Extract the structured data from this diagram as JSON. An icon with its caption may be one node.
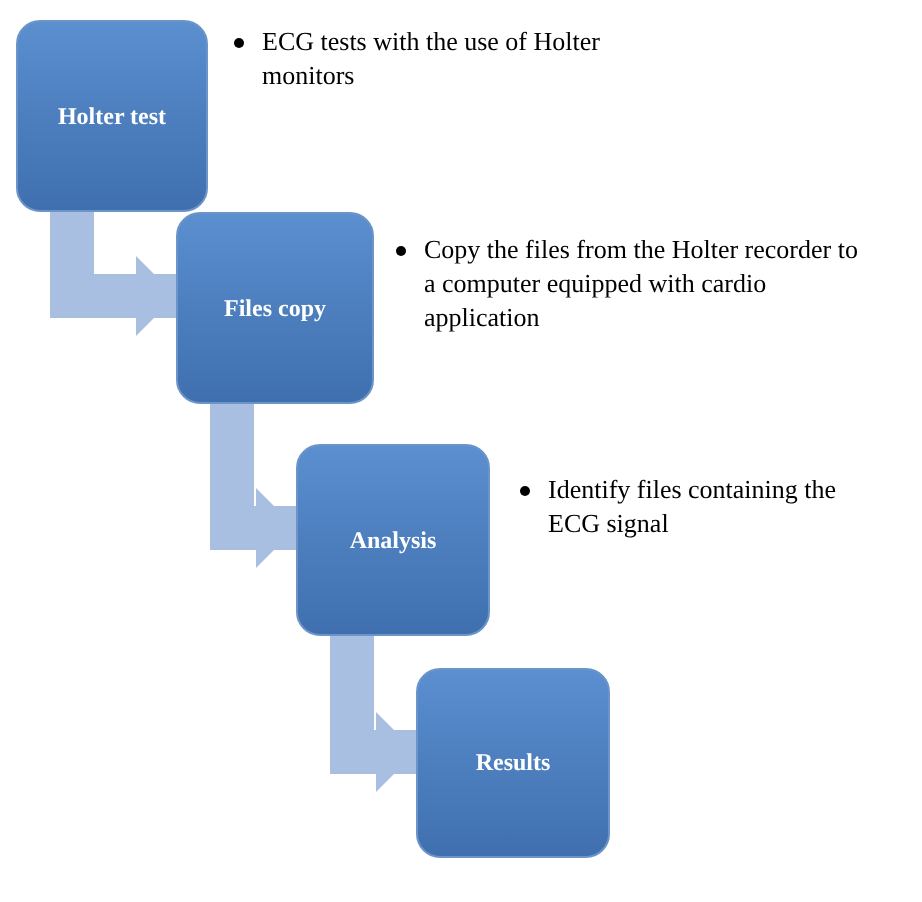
{
  "diagram": {
    "nodes": [
      {
        "text": [
          "Holter test"
        ],
        "beside": [
          "ECG tests with the use of Holter monitors"
        ]
      },
      {
        "text": [
          "Files copy"
        ],
        "beside": [
          "Copy the files from the Holter recorder to a computer equipped with cardio application"
        ]
      },
      {
        "text": [
          "Analysis"
        ],
        "beside": [
          "Identify files containing the ECG signal"
        ]
      },
      {
        "text": [
          "Results"
        ]
      }
    ],
    "edges": [
      {
        "from": 0,
        "to": 1,
        "arrow": "to"
      },
      {
        "from": 1,
        "to": 2,
        "arrow": "to"
      },
      {
        "from": 2,
        "to": 3,
        "arrow": "to"
      }
    ]
  }
}
